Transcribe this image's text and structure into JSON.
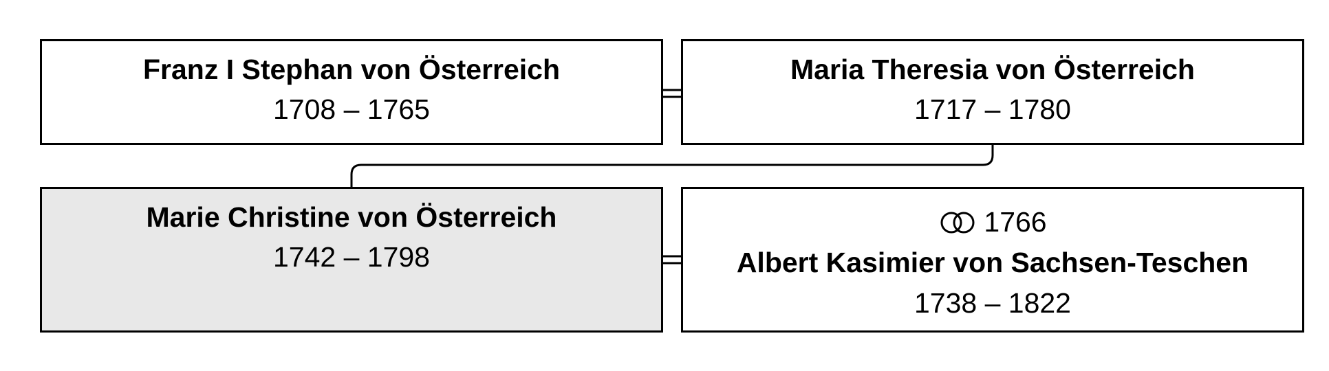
{
  "persons": {
    "father": {
      "name": "Franz I Stephan von Österreich",
      "dates": "1708 – 1765"
    },
    "mother": {
      "name": "Maria Theresia von Österreich",
      "dates": "1717 – 1780"
    },
    "subject": {
      "name": "Marie Christine von Österreich",
      "dates": "1742 – 1798"
    },
    "spouse": {
      "name": "Albert Kasimier von Sachsen-Teschen",
      "dates": "1738 – 1822",
      "marriage_year": "1766"
    }
  },
  "icons": {
    "marriage": "wedding-rings-icon"
  },
  "colors": {
    "border": "#000000",
    "highlight_fill": "#e8e8e8",
    "box_fill": "#ffffff"
  }
}
